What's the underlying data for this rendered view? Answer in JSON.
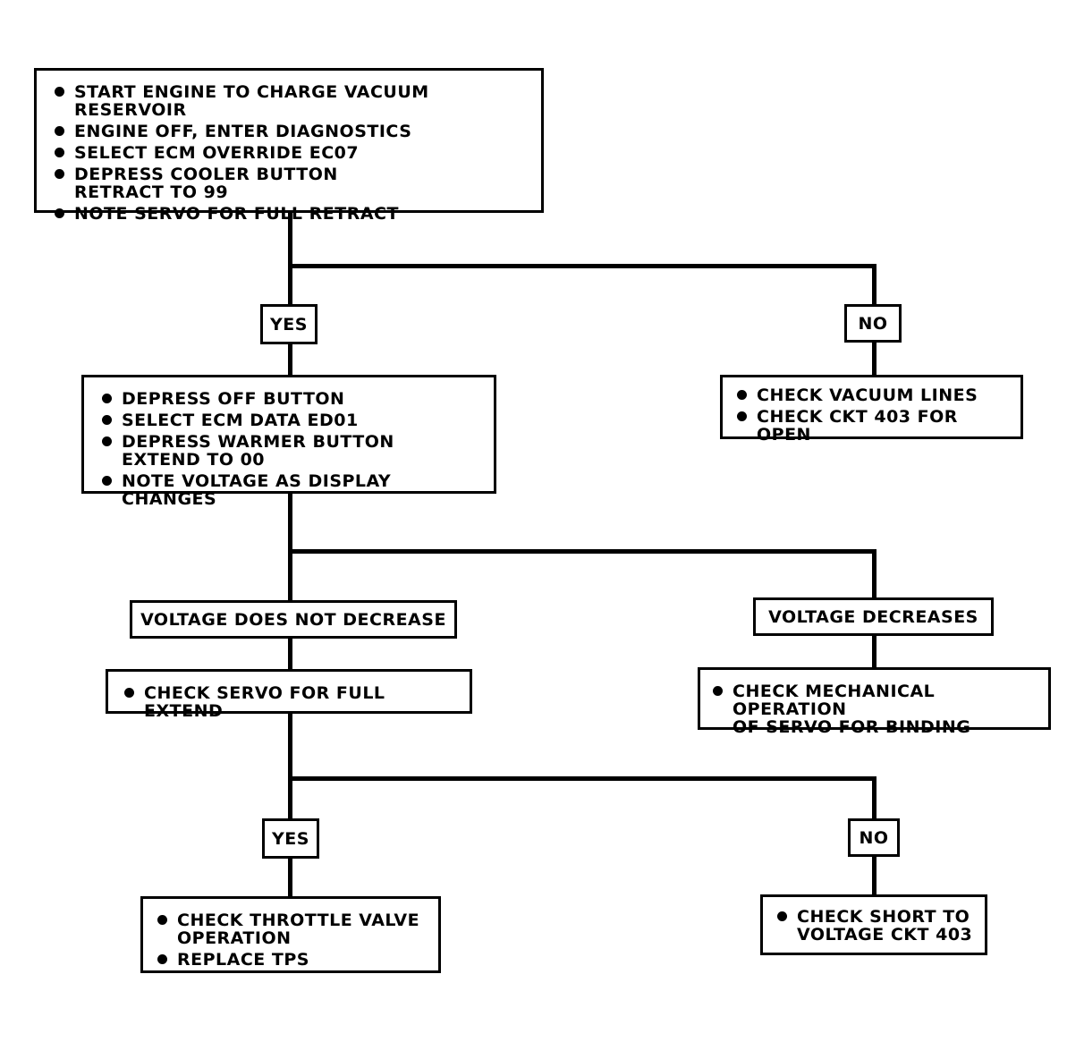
{
  "nodes": {
    "start": {
      "steps": [
        "START ENGINE TO CHARGE VACUUM RESERVOIR",
        "ENGINE OFF, ENTER DIAGNOSTICS",
        "SELECT ECM OVERRIDE EC07",
        "DEPRESS COOLER BUTTON\nRETRACT TO 99",
        "NOTE SERVO FOR FULL RETRACT"
      ]
    },
    "branch1_yes_label": "YES",
    "branch1_no_label": "NO",
    "check_data": {
      "steps": [
        "DEPRESS OFF BUTTON",
        "SELECT ECM DATA ED01",
        "DEPRESS WARMER BUTTON\nEXTEND TO 00",
        "NOTE VOLTAGE AS DISPLAY CHANGES"
      ]
    },
    "vacuum_check": {
      "steps": [
        "CHECK VACUUM LINES",
        "CHECK CKT 403 FOR OPEN"
      ]
    },
    "branch2_left_label": "VOLTAGE DOES NOT DECREASE",
    "branch2_right_label": "VOLTAGE DECREASES",
    "servo_extend": {
      "steps": [
        "CHECK SERVO FOR FULL EXTEND"
      ]
    },
    "mechanical": {
      "steps": [
        "CHECK MECHANICAL OPERATION\nOF SERVO FOR BINDING"
      ]
    },
    "branch3_yes_label": "YES",
    "branch3_no_label": "NO",
    "throttle": {
      "steps": [
        "CHECK THROTTLE VALVE\nOPERATION",
        "REPLACE TPS"
      ]
    },
    "short_check": {
      "steps": [
        "CHECK SHORT TO\nVOLTAGE CKT 403"
      ]
    }
  }
}
